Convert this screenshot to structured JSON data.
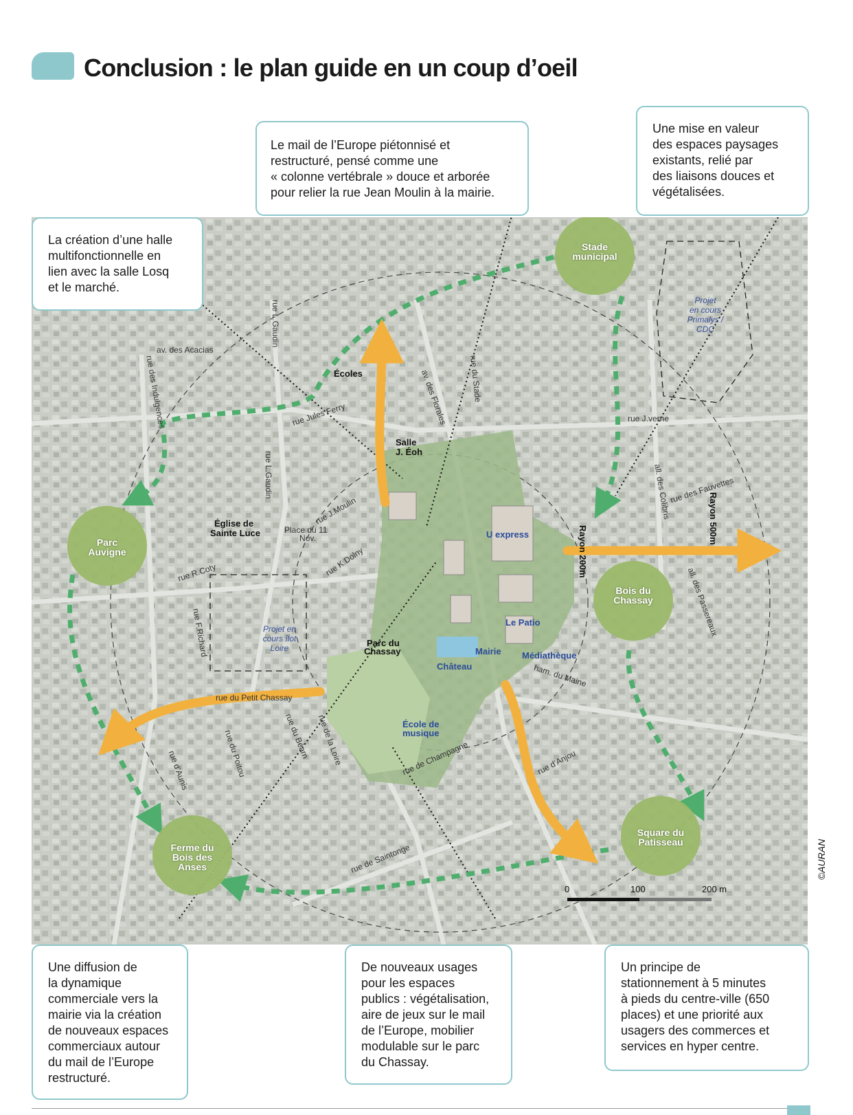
{
  "header": {
    "title": "Conclusion : le plan guide en un coup d’oeil"
  },
  "callouts": {
    "mail": [
      "Le mail de l’Europe piétonnisé et",
      "restructuré, pensé comme une",
      "« colonne vertébrale » douce et arborée",
      "pour relier la rue Jean Moulin à la mairie."
    ],
    "espaces": [
      "Une mise en valeur",
      "des espaces paysages",
      "existants, relié par",
      "des liaisons douces et",
      "végétalisées."
    ],
    "halle": [
      "La création d’une halle",
      "multifonctionnelle en",
      "lien avec la salle Losq",
      "et le marché."
    ],
    "diffusion": [
      "Une diffusion de",
      "la dynamique",
      "commerciale vers la",
      "mairie via la création",
      "de nouveaux espaces",
      "commerciaux autour",
      "du mail de l’Europe",
      "restructuré."
    ],
    "usages": [
      "De nouveaux usages",
      "pour les espaces",
      "publics : végétalisation,",
      "aire de jeux sur le mail",
      "de l’Europe, mobilier",
      "modulable sur le parc",
      "du Chassay."
    ],
    "stationnement": [
      "Un principe de",
      "stationnement à 5 minutes",
      "à pieds du centre-ville (650",
      "places) et une priorité aux",
      "usagers des commerces et",
      "services en hyper centre."
    ]
  },
  "circles": {
    "stade": [
      "Stade",
      "municipal"
    ],
    "auvigne": [
      "Parc",
      "Auvigne"
    ],
    "chassay_bois": [
      "Bois du",
      "Chassay"
    ],
    "ferme": [
      "Ferme du",
      "Bois des",
      "Anses"
    ],
    "square": [
      "Square du",
      "Patisseau"
    ]
  },
  "map_labels": {
    "ecoles": "Écoles",
    "salle": "Salle",
    "salle2": "J. Éoh",
    "eglise1": "Église de",
    "eglise2": "Sainte Luce",
    "place1": "Place du 11",
    "place2": "Nov.",
    "uexpress": "U express",
    "lepatio": "Le Patio",
    "mairie": "Mairie",
    "chateau": "Château",
    "mediatheque": "Médiathèque",
    "parc1": "Parc du",
    "parc2": "Chassay",
    "ecole_mus1": "École de",
    "ecole_mus2": "musique",
    "rayon500": "Rayon 500m",
    "rayon200": "Rayon 200m",
    "projet_ilot": [
      "Projet en",
      "cours îlot",
      "Loire"
    ],
    "projet_primalys": [
      "Projet",
      "en cours",
      "Primalys /",
      "CDC"
    ]
  },
  "streets": {
    "acacias": "av. des Acacias",
    "indulgences": "rue des Indulgences",
    "lgaudin_top": "rue L.Gaudin",
    "lgaudin": "rue L.Gaudin",
    "jules_ferry": "rue Jules Ferry",
    "florales": "av. des Florales",
    "stade": "rue du Stade",
    "jverne": "rue J.verne",
    "fauvettes": "rue des Fauvettes",
    "colibris": "all. des Colibris",
    "passereaux": "all. des Passereaux",
    "jmoulin": "rue J.Moulin",
    "kdolny": "rue K.Dolny",
    "rcoty": "rue R.Coty",
    "frichard": "rue F.Richard",
    "petit_chassay": "rue du Petit Chassay",
    "aunis": "rue d’Aunis",
    "poitou": "rue du Poitou",
    "bearn": "rue du Béarn",
    "loire": "rue de la Loire",
    "champagne": "rue de Champagne",
    "anjou": "rue d’Anjou",
    "maine": "ham. du Maine",
    "saintonge": "rue de Saintonge"
  },
  "scale": {
    "s0": "0",
    "s100": "100",
    "s200": "200 m"
  },
  "credit": "©AURAN",
  "colors": {
    "accent": "#8ec8cc",
    "green_path": "#4fae6d",
    "orange_path": "#f2b13f",
    "circle": "#9bb86a"
  }
}
